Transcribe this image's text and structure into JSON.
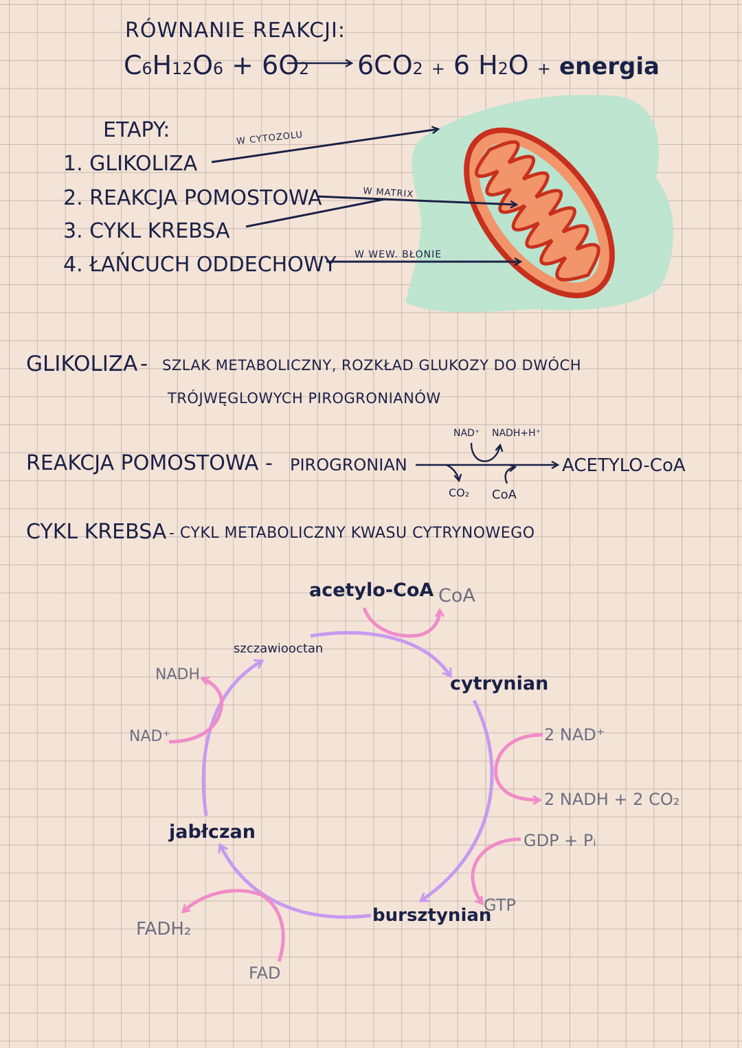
{
  "equation": {
    "heading": "RÓWNANIE REAKCJI:",
    "c": "C",
    "c_sub": "6",
    "h": "H",
    "h_sub": "12",
    "o": "O",
    "o_sub": "6",
    "plus1": "+",
    "o2_coef": "6O",
    "o2_sub": "2",
    "prod_co2": "6CO",
    "prod_co2_sub": "2",
    "plus2": "+",
    "prod_h2o_h": "6 H",
    "prod_h2o_sub": "2",
    "prod_h2o_o": "O",
    "plus3": "+",
    "energy": "energia"
  },
  "stages": {
    "title": "ETAPY:",
    "items": [
      "1. GLIKOLIZA",
      "2. REAKCJA POMOSTOWA",
      "3. CYKL KREBSA",
      "4. ŁAŃCUCH ODDECHOWY"
    ],
    "locations": [
      "W CYTOZOLU",
      "W MATRIX",
      "W WEW. BŁONIE"
    ]
  },
  "glikoliza": {
    "term": "GLIKOLIZA",
    "dash": "-",
    "line1": "SZLAK METABOLICZNY, ROZKŁAD GLUKOZY DO DWÓCH",
    "line2": "TRÓJWĘGLOWYCH PIROGRONIANÓW"
  },
  "pomostowa": {
    "term": "REAKCJA POMOSTOWA -",
    "substrate": "PIROGRONIAN",
    "product": "ACETYLO-CoA",
    "nad": "NAD⁺",
    "nadh": "NADH+H⁺",
    "co2": "CO₂",
    "coa": "CoA"
  },
  "krebs": {
    "term": "CYKL KREBSA",
    "definition": "- CYKL METABOLICZNY KWASU CYTRYNOWEGO",
    "acetyl_coa": "acetylo-CoA",
    "coa": "CoA",
    "oxaloacetate": "szczawiooctan",
    "citrate": "cytrynian",
    "succinate": "bursztynian",
    "malate": "jabłczan",
    "nad2": "2 NAD⁺",
    "nadh_co2": "2 NADH + 2 CO₂",
    "gdp": "GDP + Pᵢ",
    "gtp": "GTP",
    "fad": "FAD",
    "fadh2": "FADH₂",
    "nad": "NAD⁺",
    "nadh": "NADH"
  },
  "colors": {
    "ink": "#1a2147",
    "pink": "#f08cc8",
    "lilac": "#c79af0",
    "mito_fill": "#f2956a",
    "mito_edge": "#c8301e",
    "mint": "#b8e4cf"
  }
}
